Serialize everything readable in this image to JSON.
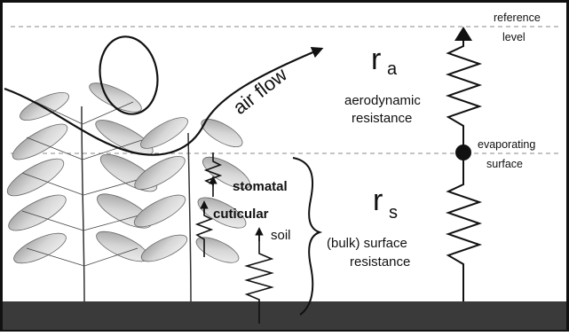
{
  "diagram": {
    "labels": {
      "air_flow": "air flow",
      "r_a_main": "r",
      "r_a_sub": "a",
      "aerodynamic_line1": "aerodynamic",
      "aerodynamic_line2": "resistance",
      "r_s_main": "r",
      "r_s_sub": "s",
      "surface_line1": "(bulk) surface",
      "surface_line2": "resistance",
      "reference_line1": "reference",
      "reference_line2": "level",
      "evaporating_line1": "evaporating",
      "evaporating_line2": "surface",
      "stomatal": "stomatal",
      "cuticular": "cuticular",
      "soil": "soil"
    },
    "colors": {
      "ink": "#111111",
      "ground": "#3a3a3a",
      "leaf_fill": "#c9c9c9",
      "dashed_line": "#888888"
    }
  }
}
